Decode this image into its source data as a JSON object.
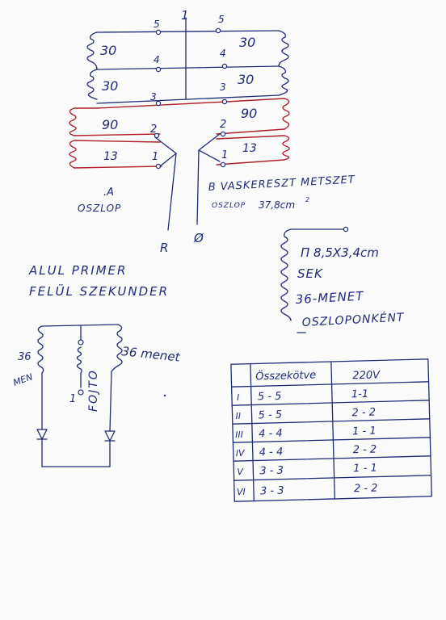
{
  "colors": {
    "ink": "#1e2a7a",
    "red": "#b0202a",
    "paper": "#fbfbfb"
  },
  "top_center_label": "1",
  "left_column": {
    "tap_numbers": [
      "5",
      "4",
      "3",
      "2",
      "1"
    ],
    "turns": [
      "30",
      "30",
      "90",
      "13"
    ],
    "label_letter": ".A",
    "label_word": "OSZLOP"
  },
  "right_column": {
    "tap_numbers": [
      "5",
      "4",
      "3",
      "2",
      "1"
    ],
    "turns": [
      "30",
      "30",
      "90",
      "13"
    ],
    "label_line1": "B VASKERESZT METSZET",
    "label_word": "OSZLOP",
    "area": "37,8cm",
    "area_exp": "2"
  },
  "terminals": {
    "left": "R",
    "right": "Ø"
  },
  "notes": {
    "line1": "ALUL PRIMER",
    "line2": "FELÜL SZEKUNDER"
  },
  "core_box": {
    "size": "Π 8,5X3,4cm",
    "line1": "SEK",
    "line2": "36-MENET",
    "line3": "OSZLOPONKÉNT"
  },
  "secondary": {
    "left_turns": "36",
    "left_unit": "MEN",
    "center_tap": "1",
    "center_label": "FOJTO",
    "right_label": "36 menet"
  },
  "table": {
    "headers": [
      "Összekötve",
      "220V"
    ],
    "rows": [
      {
        "num": "I",
        "conn": "5 - 5",
        "volt": "1-1"
      },
      {
        "num": "II",
        "conn": "5 - 5",
        "volt": "2 - 2"
      },
      {
        "num": "III",
        "conn": "4 - 4",
        "volt": "1 - 1"
      },
      {
        "num": "IV",
        "conn": "4 - 4",
        "volt": "2 - 2"
      },
      {
        "num": "V",
        "conn": "3 - 3",
        "volt": "1 - 1"
      },
      {
        "num": "VI",
        "conn": "3 - 3",
        "volt": "2 - 2"
      }
    ]
  }
}
